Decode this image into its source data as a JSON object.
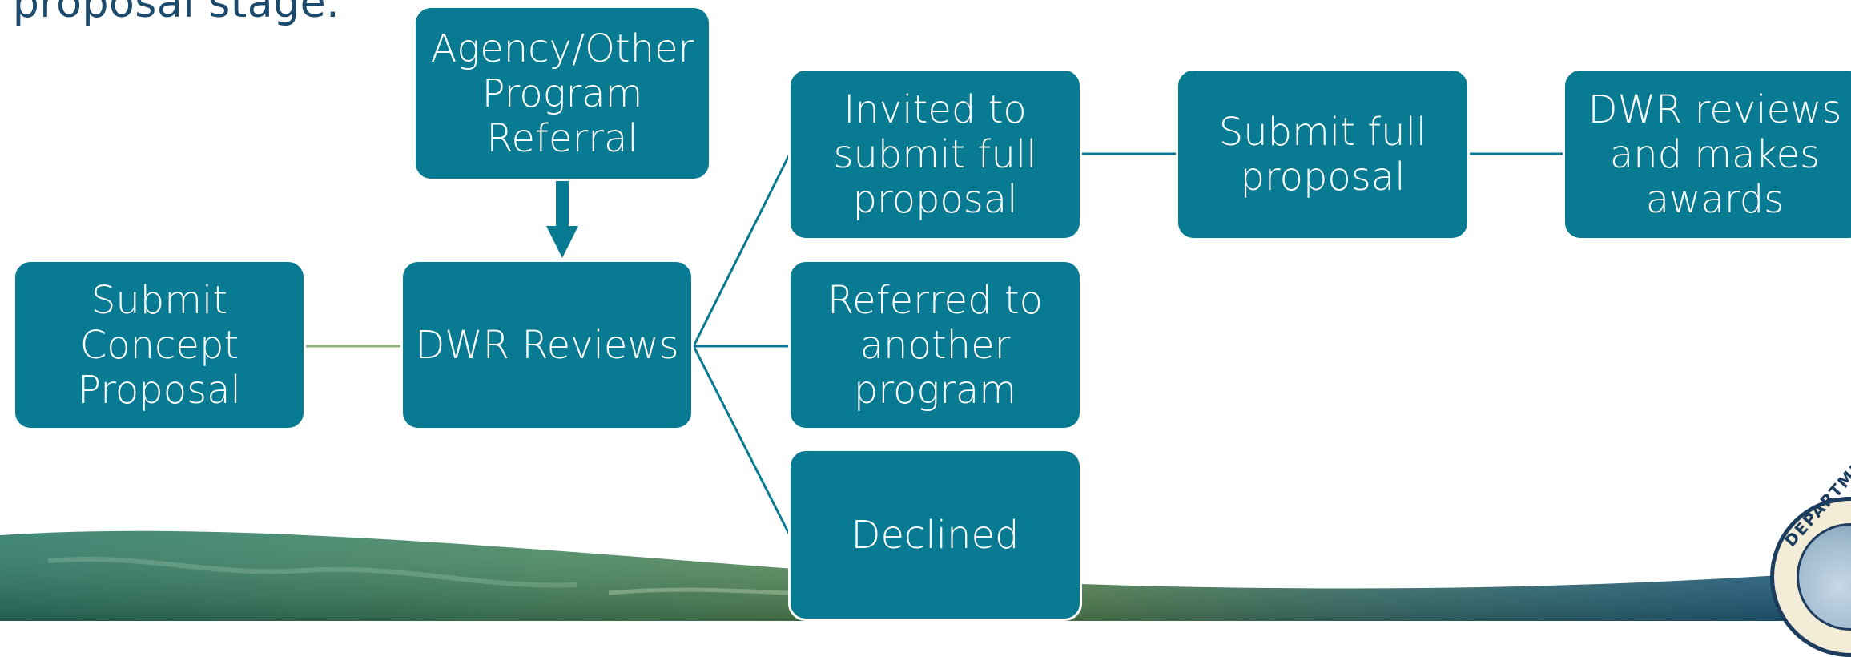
{
  "slide": {
    "heading_fragment": "t proposal stage."
  },
  "flow": {
    "submit_concept": "Submit Concept Proposal",
    "referral": "Agency/Other Program Referral",
    "dwr_reviews": "DWR Reviews",
    "invited": "Invited to submit full proposal",
    "referred": "Referred to another program",
    "declined": "Declined",
    "submit_full": "Submit full proposal",
    "awards": "DWR reviews and makes awards"
  },
  "seal": {
    "text": "DEPARTMENT"
  },
  "colors": {
    "box_fill": "#087b93",
    "box_text": "#ffffff",
    "connector": "#087b93",
    "left_connector": "#8ab37a",
    "heading": "#1b4a6d"
  }
}
